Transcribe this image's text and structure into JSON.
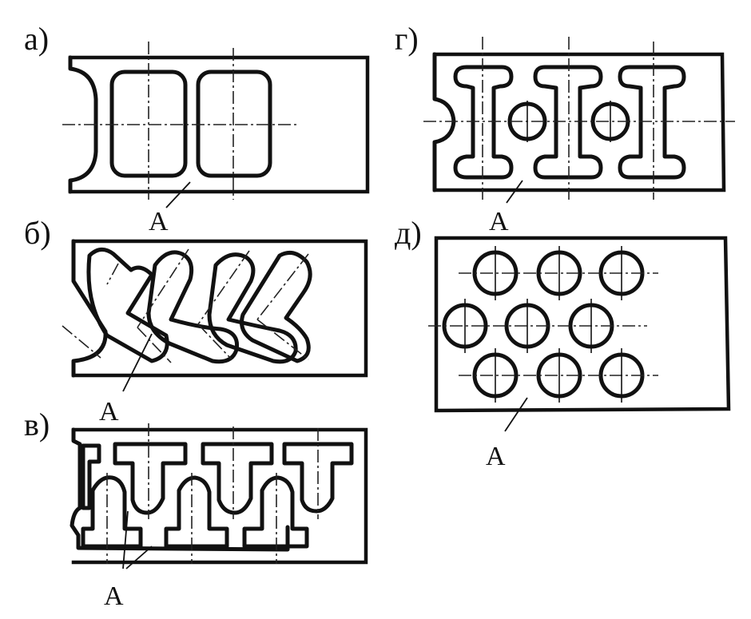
{
  "figure": {
    "panels": [
      {
        "id": "a",
        "label": "а)",
        "callout": "А"
      },
      {
        "id": "b",
        "label": "б)",
        "callout": "А"
      },
      {
        "id": "v",
        "label": "в)",
        "callout": "А"
      },
      {
        "id": "g",
        "label": "г)",
        "callout": "А"
      },
      {
        "id": "d",
        "label": "д)",
        "callout": "А"
      }
    ]
  }
}
